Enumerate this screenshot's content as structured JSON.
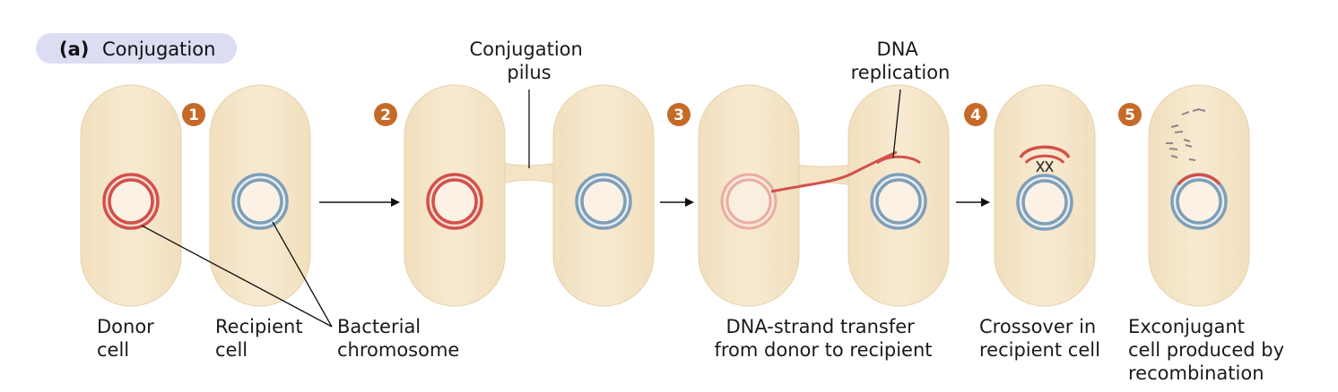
{
  "panel": {
    "letter": "(a)",
    "title": "Conjugation"
  },
  "steps": [
    "1",
    "2",
    "3",
    "4",
    "5"
  ],
  "labels": {
    "donor_cell": [
      "Donor",
      "cell"
    ],
    "recipient_cell": [
      "Recipient",
      "cell"
    ],
    "bacterial_chromosome": [
      "Bacterial",
      "chromosome"
    ],
    "conjugation_pilus": [
      "Conjugation",
      "pilus"
    ],
    "dna_replication": [
      "DNA",
      "replication"
    ],
    "dna_strand_transfer": [
      "DNA-strand transfer",
      "from donor to recipient"
    ],
    "crossover": [
      "Crossover in",
      "recipient cell"
    ],
    "exconjugant": [
      "Exconjugant",
      "cell produced by",
      "recombination"
    ]
  },
  "colors": {
    "cell_fill": "#f6e7cc",
    "donor_dna": "#d2514a",
    "recipient_dna": "#7f9fb8",
    "step_badge": "#c66a28",
    "title_pill": "#dcdcf3"
  }
}
